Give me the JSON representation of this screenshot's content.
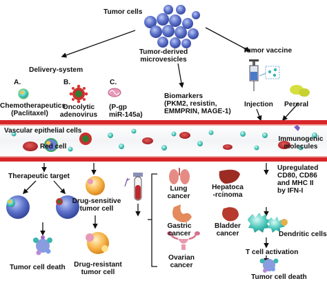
{
  "top": {
    "tumor_cells": "Tumor cells",
    "microvesicles": "Tumor-derived\nmicrovesicles",
    "tumor_vaccine": "Tumor  vaccine"
  },
  "delivery": {
    "title": "Delivery-system",
    "a": "A.",
    "b": "B.",
    "c": "C.",
    "chemo": "Chemotherapeutics\n(Paclitaxel)",
    "oncolytic": "Oncolytic\nadenovirus",
    "pgp": "(P-gp\nmiR-145a)"
  },
  "biomarkers": "Biomarkers\n(PKM2, resistin,\nEMMPRIN, MAGE-1)",
  "vaccine": {
    "injection": "Injection",
    "peroral": "Peroral"
  },
  "vessel": {
    "epithelial": "Vascular epithelial cells",
    "red_cell": "Red cell",
    "immunogenic": "Immunogenic\nmolecules"
  },
  "left_branch": {
    "therapeutic_target": "Therapeutic target",
    "death": "Tumor cell death"
  },
  "drug_branch": {
    "sensitive": "Drug-sensitive\ntumor cell",
    "resistant": "Drug-resistant\ntumor cell"
  },
  "cancers": {
    "lung": "Lung\ncancer",
    "hepato": "Hepatoca\n-rcinoma",
    "gastric": "Gastric\ncancer",
    "bladder": "Bladder\ncancer",
    "ovarian": "Ovarian\ncancer"
  },
  "right_branch": {
    "upregulated": "Upregulated\nCD80, CD86\nand MHC II\nby IFN-I",
    "dendritic": "Dendritic cells",
    "activation": "T cell activation",
    "death": "Tumor cell death"
  },
  "colors": {
    "vessel_red": "#d8262a",
    "tumor_blue": "#4a5fb5",
    "vesicle_teal": "#3bb6ad",
    "drug_orange": "#f2a23a",
    "red_cell": "#c0272d"
  }
}
